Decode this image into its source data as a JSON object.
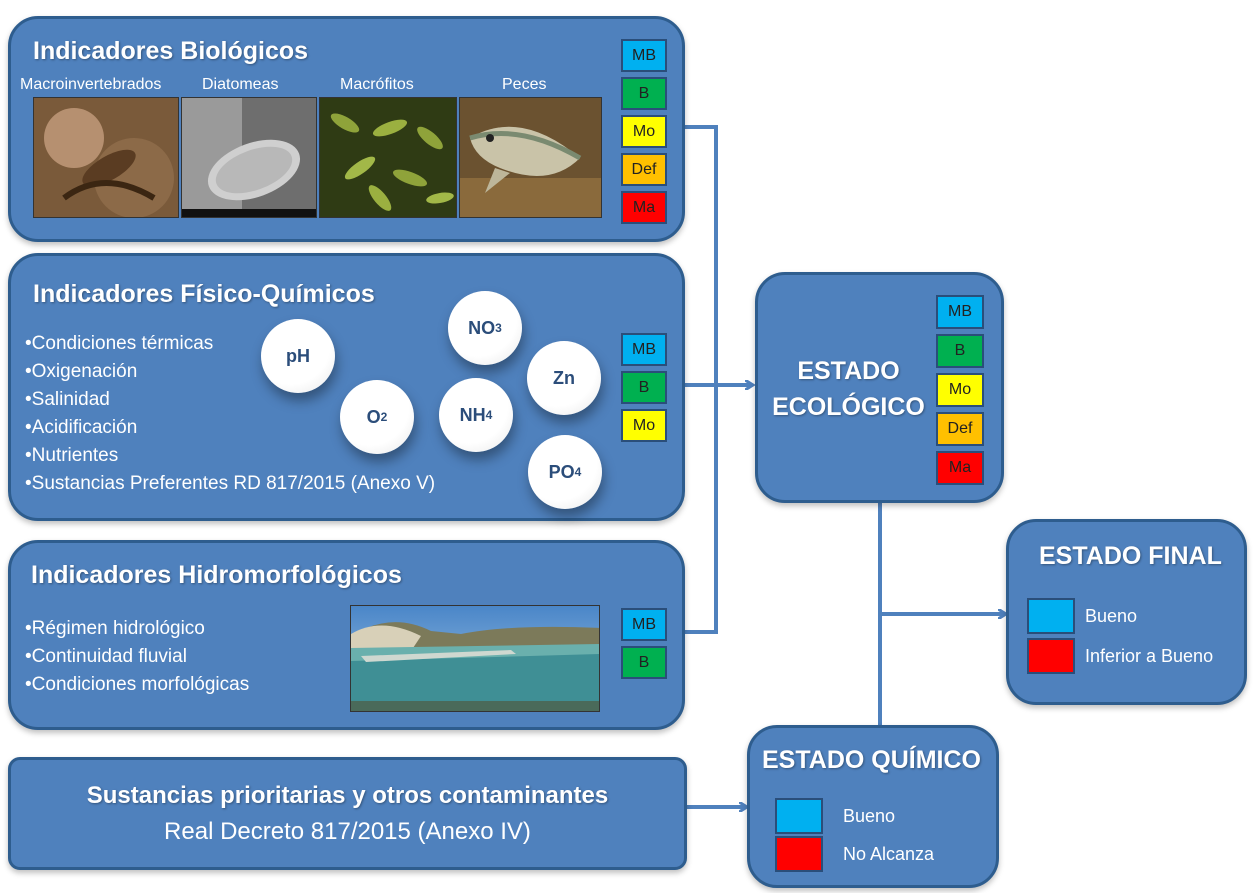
{
  "colors": {
    "MB": "#00b0f0",
    "B": "#00b050",
    "Mo": "#ffff00",
    "Def": "#ffc000",
    "Ma": "#ff0000",
    "panel": "#4f81bd",
    "line": "#4f81bd"
  },
  "biologicos": {
    "title": "Indicadores Biológicos",
    "photos": [
      "Macroinvertebrados",
      "Diatomeas",
      "Macrófitos",
      "Peces"
    ],
    "grades": [
      "MB",
      "B",
      "Mo",
      "Def",
      "Ma"
    ]
  },
  "fisicoquimicos": {
    "title": "Indicadores Físico-Químicos",
    "bullets": [
      "•Condiciones  térmicas",
      "•Oxigenación",
      "•Salinidad",
      "•Acidificación",
      "•Nutrientes",
      "•Sustancias Preferentes  RD 817/2015 (Anexo  V)"
    ],
    "bubbles": [
      {
        "base": "pH",
        "sub": ""
      },
      {
        "base": "NO",
        "sub": "3"
      },
      {
        "base": "Zn",
        "sub": ""
      },
      {
        "base": "O",
        "sub": "2"
      },
      {
        "base": "NH",
        "sub": "4"
      },
      {
        "base": "PO",
        "sub": "4"
      }
    ],
    "grades": [
      "MB",
      "B",
      "Mo"
    ]
  },
  "hidromorfologicos": {
    "title": "Indicadores Hidromorfológicos",
    "bullets": [
      "•Régimen hidrológico",
      "•Continuidad fluvial",
      "•Condiciones  morfológicas"
    ],
    "grades": [
      "MB",
      "B"
    ]
  },
  "sustancias": {
    "title": "Sustancias prioritarias y otros contaminantes",
    "subtitle": "Real Decreto 817/2015 (Anexo IV)"
  },
  "estado_ecologico": {
    "title_line1": "ESTADO",
    "title_line2": "ECOLÓGICO",
    "grades": [
      "MB",
      "B",
      "Mo",
      "Def",
      "Ma"
    ]
  },
  "estado_quimico": {
    "title": "ESTADO QUÍMICO",
    "legend": [
      {
        "label": "Bueno",
        "color": "#00b0f0"
      },
      {
        "label": "No Alcanza",
        "color": "#ff0000"
      }
    ]
  },
  "estado_final": {
    "title": "ESTADO FINAL",
    "legend": [
      {
        "label": "Bueno",
        "color": "#00b0f0"
      },
      {
        "label": "Inferior a Bueno",
        "color": "#ff0000"
      }
    ]
  }
}
